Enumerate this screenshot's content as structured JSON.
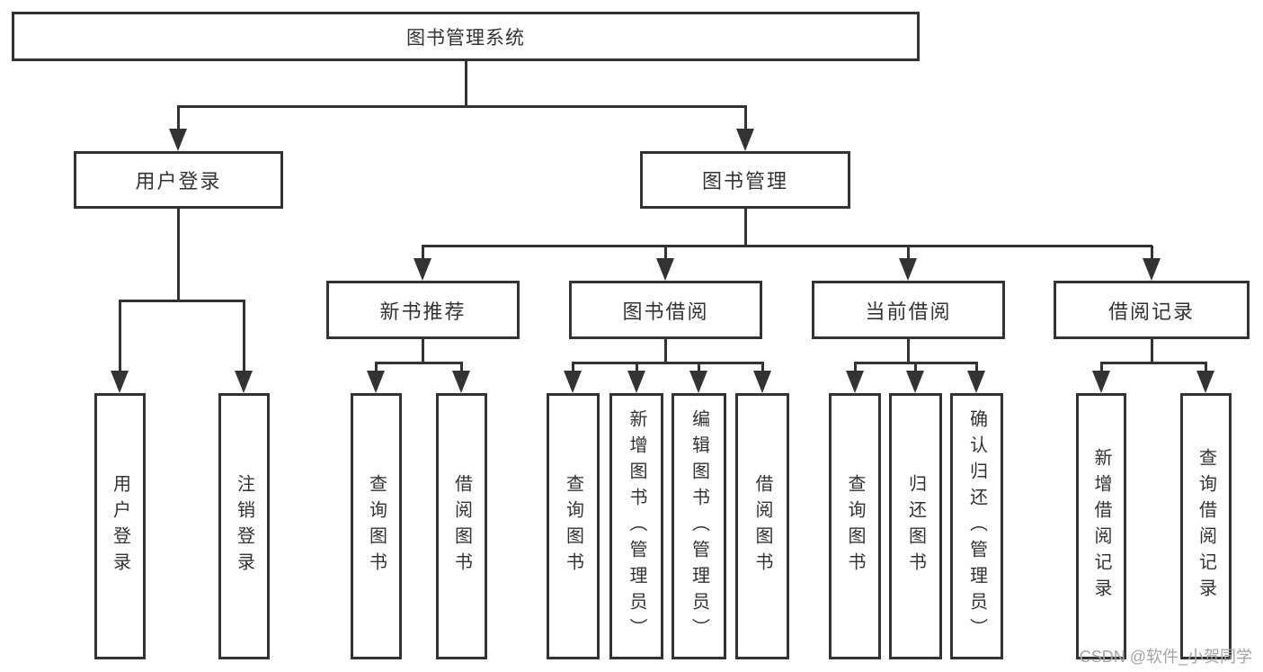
{
  "nodes": {
    "root": "图书管理系统",
    "user_login": "用户登录",
    "book_mgmt": "图书管理",
    "new_books": "新书推荐",
    "book_borrow": "图书借阅",
    "current_borrow": "当前借阅",
    "borrow_records": "借阅记录",
    "leaf_user_login": "用户登录",
    "leaf_logout": "注销登录",
    "leaf_nb_query": "查询图书",
    "leaf_nb_borrow": "借阅图书",
    "leaf_bb_query": "查询图书",
    "leaf_bb_add": "新增图书（管理员）",
    "leaf_bb_edit": "编辑图书（管理员）",
    "leaf_bb_borrow": "借阅图书",
    "leaf_cb_query": "查询图书",
    "leaf_cb_return": "归还图书",
    "leaf_cb_confirm": "确认归还（管理员）",
    "leaf_br_add": "新增借阅记录",
    "leaf_br_query": "查询借阅记录"
  },
  "watermark": "CSDN @软件_小贺同学",
  "colors": {
    "line": "#333333",
    "text": "#333333",
    "watermark": "#a3a3a3",
    "background": "#ffffff"
  }
}
